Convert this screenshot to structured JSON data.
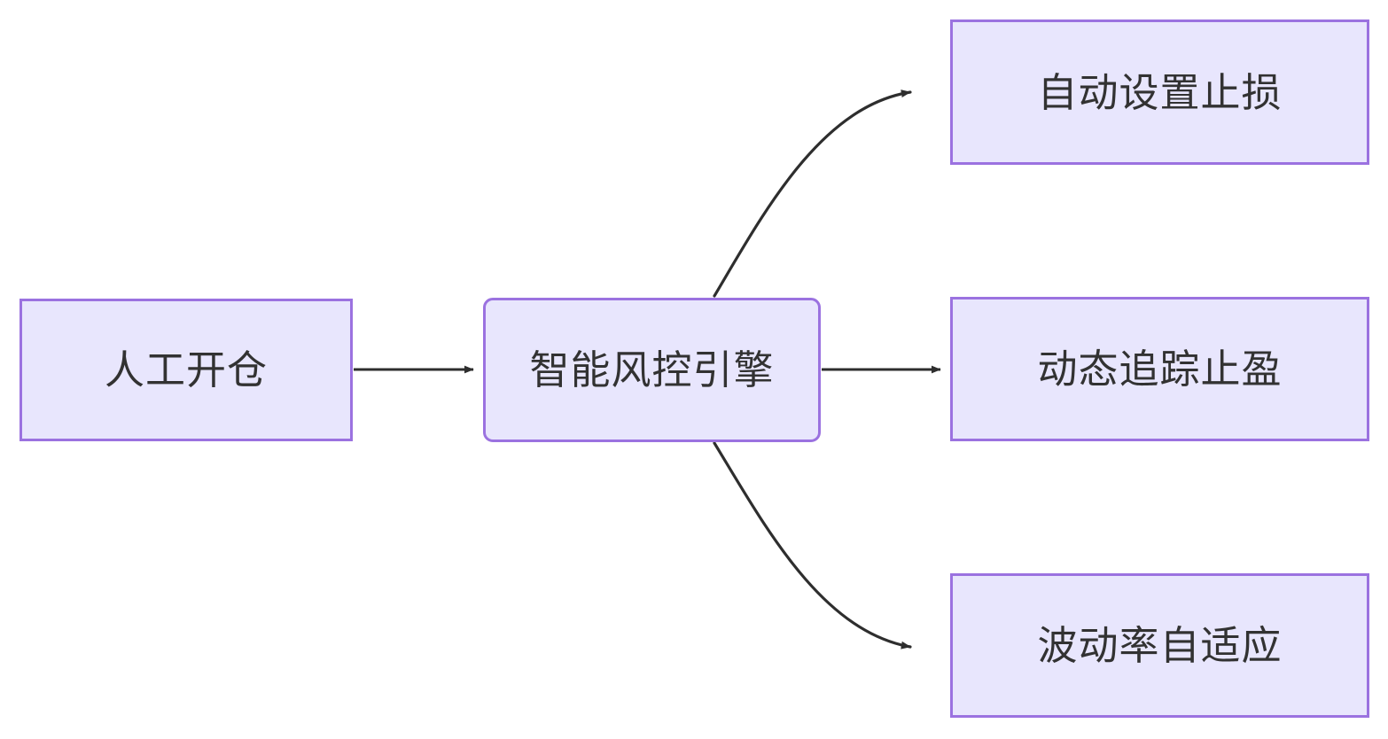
{
  "diagram": {
    "type": "flowchart",
    "direction": "left-to-right",
    "background_color": "#ffffff",
    "node_fill_color": "#e8e6fd",
    "node_border_color": "#9b72e0",
    "node_text_color": "#323232",
    "edge_color": "#2e2e2e",
    "nodes": [
      {
        "id": "manual-open",
        "label": "人工开仓",
        "shape": "rectangle",
        "column": 1
      },
      {
        "id": "risk-engine",
        "label": "智能风控引擎",
        "shape": "rounded-rectangle",
        "column": 2
      },
      {
        "id": "auto-stop-loss",
        "label": "自动设置止损",
        "shape": "rectangle",
        "column": 3
      },
      {
        "id": "trailing-profit",
        "label": "动态追踪止盈",
        "shape": "rectangle",
        "column": 3
      },
      {
        "id": "vol-adaptive",
        "label": "波动率自适应",
        "shape": "rectangle",
        "column": 3
      }
    ],
    "edges": [
      {
        "id": "edge-manual-to-engine",
        "from": "manual-open",
        "to": "auto-stop-loss",
        "style": "straight",
        "arrow": "triangle",
        "label": ""
      },
      {
        "id": "edge-engine-to-stoploss",
        "from": "risk-engine",
        "to": "auto-stop-loss",
        "style": "curved",
        "arrow": "triangle",
        "label": ""
      },
      {
        "id": "edge-engine-to-profit",
        "from": "risk-engine",
        "to": "trailing-profit",
        "style": "straight",
        "arrow": "triangle",
        "label": ""
      },
      {
        "id": "edge-engine-to-vol",
        "from": "risk-engine",
        "to": "vol-adaptive",
        "style": "curved",
        "arrow": "triangle",
        "label": ""
      }
    ]
  }
}
